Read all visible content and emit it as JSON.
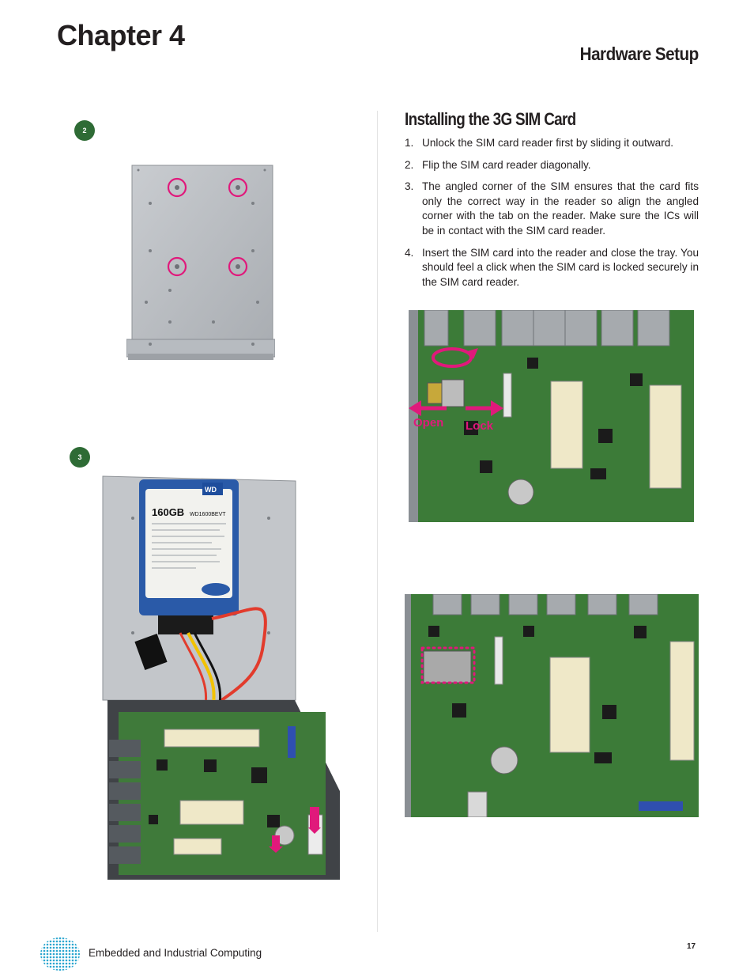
{
  "header": {
    "chapter": "Chapter 4",
    "section": "Hardware Setup"
  },
  "left": {
    "step2_badge": "2",
    "step3_badge": "3",
    "hdd": {
      "capacity": "160GB",
      "brand": "WD",
      "model": "WD1600BEVT"
    }
  },
  "right": {
    "heading": "Installing the 3G SIM Card",
    "steps": [
      {
        "num": "1.",
        "text": "Unlock the SIM card reader first by sliding it outward."
      },
      {
        "num": "2.",
        "text": "Flip the SIM card reader diagonally."
      },
      {
        "num": "3.",
        "text": "The angled corner of the SIM ensures that the card fits only the correct way in the reader so align the angled corner with the tab on the reader. Make sure the ICs will be in contact with the SIM card reader."
      },
      {
        "num": "4.",
        "text": "Insert the SIM card into the reader and close the tray. You should feel a click when the SIM card is locked securely in the SIM card reader."
      }
    ],
    "photo_labels": {
      "open": "Open",
      "lock": "Lock"
    }
  },
  "footer": {
    "company": "Embedded and Industrial Computing",
    "page": "17"
  },
  "colors": {
    "accent": "#e0197b",
    "badge": "#2e6b35",
    "pcb": "#3f7a3a"
  }
}
